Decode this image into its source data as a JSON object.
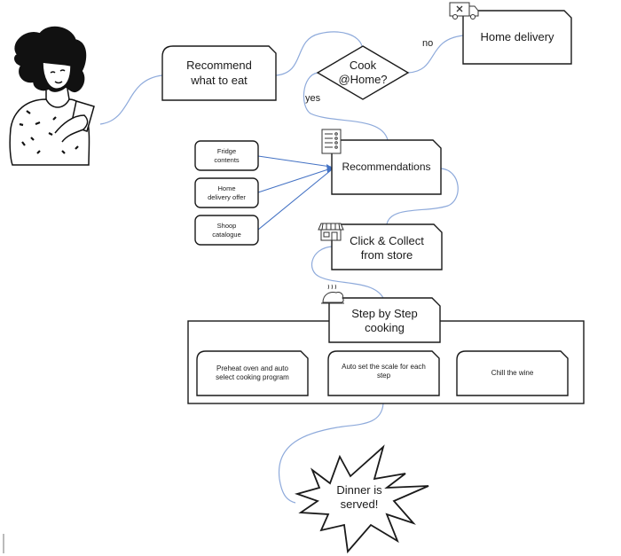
{
  "diagram": {
    "colors": {
      "connector": "#8eaadb",
      "arrow": "#4472c4",
      "stroke": "#1a1a1a"
    },
    "person": {
      "icon": "woman-with-phone-illustration"
    },
    "nodes": {
      "recommend": {
        "label_line1": "Recommend",
        "label_line2": "what to eat"
      },
      "decision": {
        "label_line1": "Cook",
        "label_line2": "@Home?"
      },
      "home_delivery": {
        "label": "Home delivery",
        "icon": "delivery-truck-icon"
      },
      "recommendations": {
        "label": "Recommendations",
        "icon": "checklist-icon"
      },
      "click_collect": {
        "label_line1": "Click & Collect",
        "label_line2": "from store",
        "icon": "storefront-icon"
      },
      "step_cooking": {
        "label_line1": "Step by Step",
        "label_line2": "cooking",
        "icon": "roast-chicken-icon"
      },
      "dinner": {
        "label_line1": "Dinner is",
        "label_line2": "served!"
      }
    },
    "inputs": [
      {
        "line1": "Fridge",
        "line2": "contents"
      },
      {
        "line1": "Home",
        "line2": "delivery offer"
      },
      {
        "line1": "Shoop",
        "line2": "catalogue"
      }
    ],
    "steps": [
      {
        "line1": "Preheat oven and auto",
        "line2": "select cooking program"
      },
      {
        "line1": "Auto set the scale for each",
        "line2": "step"
      },
      {
        "line1": "Chill the wine",
        "line2": ""
      }
    ],
    "edge_labels": {
      "no": "no",
      "yes": "yes"
    }
  }
}
